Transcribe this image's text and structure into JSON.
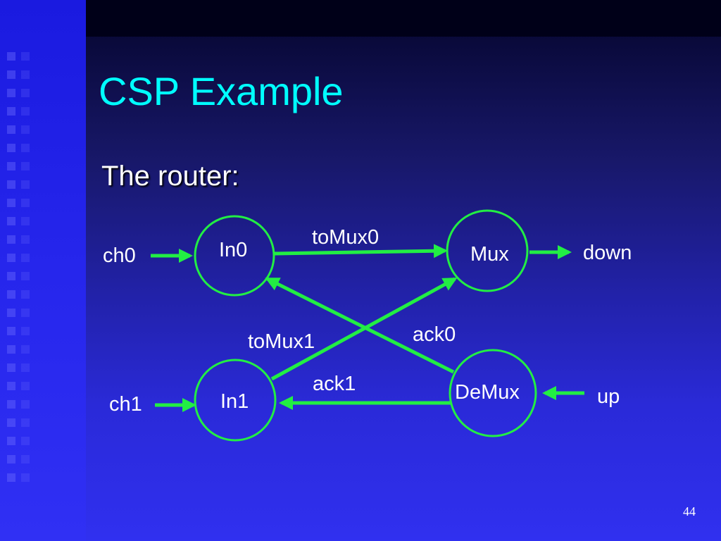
{
  "slide": {
    "title": "CSP Example",
    "bullet": "The router:",
    "page_number": "44"
  },
  "diagram": {
    "nodes": [
      {
        "id": "in0",
        "label": "In0"
      },
      {
        "id": "in1",
        "label": "In1"
      },
      {
        "id": "mux",
        "label": "Mux"
      },
      {
        "id": "demux",
        "label": "DeMux"
      }
    ],
    "channels": [
      {
        "id": "ch0",
        "label": "ch0",
        "to": "in0"
      },
      {
        "id": "ch1",
        "label": "ch1",
        "to": "in1"
      },
      {
        "id": "toMux0",
        "label": "toMux0",
        "from": "in0",
        "to": "mux"
      },
      {
        "id": "toMux1",
        "label": "toMux1",
        "from": "in1",
        "to": "mux"
      },
      {
        "id": "ack0",
        "label": "ack0",
        "from": "demux",
        "to": "in0"
      },
      {
        "id": "ack1",
        "label": "ack1",
        "from": "demux",
        "to": "in1"
      },
      {
        "id": "down",
        "label": "down",
        "from": "mux"
      },
      {
        "id": "up",
        "label": "up",
        "to": "demux"
      }
    ],
    "colors": {
      "node_stroke": "#22ee44",
      "arrow": "#22ee44",
      "title": "#00ffff",
      "text": "#ffffff"
    }
  }
}
